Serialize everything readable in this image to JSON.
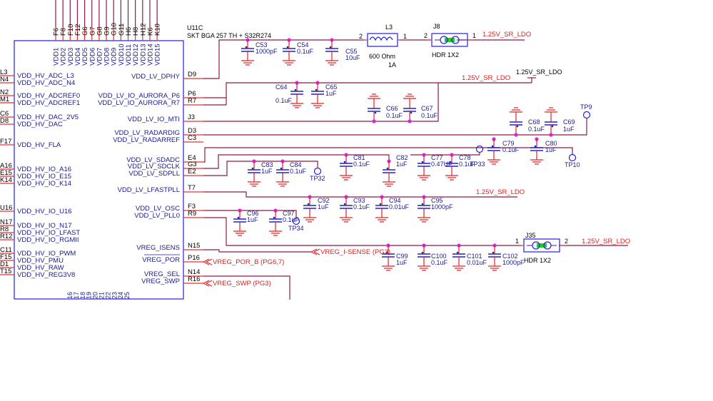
{
  "part": {
    "ref": "U11C",
    "desc": "SKT BGA 257 TH + S32R274"
  },
  "top_pins": [
    {
      "num": "F6",
      "name": "VDD1"
    },
    {
      "num": "F8",
      "name": "VDD2"
    },
    {
      "num": "F10",
      "name": "VDD3"
    },
    {
      "num": "F12",
      "name": "VDD4"
    },
    {
      "num": "G6",
      "name": "VDD5"
    },
    {
      "num": "G7",
      "name": "VDD6"
    },
    {
      "num": "G8",
      "name": "VDD7"
    },
    {
      "num": "G9",
      "name": "VDD8"
    },
    {
      "num": "G10",
      "name": "VDD9"
    },
    {
      "num": "G11",
      "name": "VDD10"
    },
    {
      "num": "H6",
      "name": "VDD11"
    },
    {
      "num": "H8",
      "name": "VDD12"
    },
    {
      "num": "H12",
      "name": "VDD13"
    },
    {
      "num": "K6",
      "name": "VDD14"
    },
    {
      "num": "K10",
      "name": "VDD15"
    }
  ],
  "bottom_numbers": [
    "16",
    "17",
    "18",
    "19",
    "20",
    "21",
    "22",
    "23",
    "24",
    "25"
  ],
  "left_pins": [
    {
      "num": "L3",
      "name": "VDD_HV_ADC_L3"
    },
    {
      "num": "N4",
      "name": "VDD_HV_ADC_N4"
    },
    {
      "num": "N2",
      "name": "VDD_HV_ADCREF0"
    },
    {
      "num": "M1",
      "name": "VDD_HV_ADCREF1"
    },
    {
      "num": "C6",
      "name": "VDD_HV_DAC_2V5"
    },
    {
      "num": "D8",
      "name": "VDD_HV_DAC"
    },
    {
      "num": "F17",
      "name": "VDD_HV_FLA"
    },
    {
      "num": "A16",
      "name": "VDD_HV_IO_A16"
    },
    {
      "num": "E15",
      "name": "VDD_HV_IO_E15"
    },
    {
      "num": "K14",
      "name": "VDD_HV_IO_K14"
    },
    {
      "num": "U16",
      "name": "VDD_HV_IO_U16"
    },
    {
      "num": "N17",
      "name": "VDD_HV_IO_N17"
    },
    {
      "num": "R8",
      "name": "VDD_HV_IO_LFAST"
    },
    {
      "num": "R12",
      "name": "VDD_HV_IO_RGMII"
    },
    {
      "num": "C11",
      "name": "VDD_HV_IO_PWM"
    },
    {
      "num": "F15",
      "name": "VDD_HV_PMU"
    },
    {
      "num": "D1",
      "name": "VDD_HV_RAW"
    },
    {
      "num": "T15",
      "name": "VDD_HV_REG3V8"
    }
  ],
  "right_pins": [
    {
      "num": "D9",
      "name": "VDD_LV_DPHY"
    },
    {
      "num": "P6",
      "name": "VDD_LV_IO_AURORA_P6"
    },
    {
      "num": "R7",
      "name": "VDD_LV_IO_AURORA_R7"
    },
    {
      "num": "J3",
      "name": "VDD_LV_IO_MTI"
    },
    {
      "num": "D3",
      "name": "VDD_LV_RADARDIG"
    },
    {
      "num": "C3",
      "name": "VDD_LV_RADARREF"
    },
    {
      "num": "E4",
      "name": "VDD_LV_SDADC"
    },
    {
      "num": "G3",
      "name": "VDD_LV_SDCLK"
    },
    {
      "num": "E2",
      "name": "VDD_LV_SDPLL"
    },
    {
      "num": "T7",
      "name": "VDD_LV_LFASTPLL"
    },
    {
      "num": "F3",
      "name": "VDD_LV_OSC"
    },
    {
      "num": "R9",
      "name": "VDD_LV_PLL0"
    },
    {
      "num": "N15",
      "name": "VREG_ISENS"
    },
    {
      "num": "P16",
      "name": "VREG_POR"
    },
    {
      "num": "N14",
      "name": "VREG_SEL"
    },
    {
      "num": "R16",
      "name": "VREG_SWP"
    }
  ],
  "capacitors": [
    {
      "ref": "C53",
      "value": "1000pF"
    },
    {
      "ref": "C54",
      "value": "0.1uF"
    },
    {
      "ref": "C55",
      "value": "10uF"
    },
    {
      "ref": "C64",
      "value": "0.1uF"
    },
    {
      "ref": "C65",
      "value": "1uF"
    },
    {
      "ref": "C66",
      "value": "0.1uF"
    },
    {
      "ref": "C67",
      "value": "0.1uF"
    },
    {
      "ref": "C68",
      "value": "0.1uF"
    },
    {
      "ref": "C69",
      "value": "1uF"
    },
    {
      "ref": "C79",
      "value": "0.1uF"
    },
    {
      "ref": "C80",
      "value": "1uF"
    },
    {
      "ref": "C83",
      "value": "1uF"
    },
    {
      "ref": "C84",
      "value": "0.1uF"
    },
    {
      "ref": "C81",
      "value": "0.1uF"
    },
    {
      "ref": "C82",
      "value": "1uF"
    },
    {
      "ref": "C77",
      "value": "0.47UF"
    },
    {
      "ref": "C78",
      "value": "0.1uF"
    },
    {
      "ref": "C92",
      "value": "1uF"
    },
    {
      "ref": "C93",
      "value": "0.1uF"
    },
    {
      "ref": "C94",
      "value": "0.01uF"
    },
    {
      "ref": "C95",
      "value": "1000pF"
    },
    {
      "ref": "C96",
      "value": "1uF"
    },
    {
      "ref": "C97",
      "value": "0.1uF"
    },
    {
      "ref": "C99",
      "value": "1uF"
    },
    {
      "ref": "C100",
      "value": "0.1uF"
    },
    {
      "ref": "C101",
      "value": "0.01uF"
    },
    {
      "ref": "C102",
      "value": "1000pF"
    }
  ],
  "inductor": {
    "ref": "L3",
    "value": "600 Ohm",
    "rating": "1A",
    "pin_a": "2",
    "pin_b": "1"
  },
  "headers": [
    {
      "ref": "J8",
      "value": "HDR 1X2",
      "pin_a": "2",
      "pin_b": "1"
    },
    {
      "ref": "J35",
      "value": "HDR 1X2",
      "pin_a": "1",
      "pin_b": "2"
    }
  ],
  "test_points": [
    "TP9",
    "TP10",
    "TP32",
    "TP33",
    "TP34"
  ],
  "nets": {
    "rail": "1.25V_SR_LDO",
    "vreg_isense": "VREG_I-SENSE  (PG3)",
    "vreg_por_b": "VREG_POR_B  (PG6,7)",
    "vreg_swp": "VREG_SWP  (PG3)"
  },
  "colors": {
    "wire": "#8b1a4a",
    "pin_stub": "#e83030",
    "body": "#2020e0",
    "junction": "#e020e0",
    "cap": "#2020c0",
    "ground": "#e02020",
    "jumper": "#20d020"
  }
}
